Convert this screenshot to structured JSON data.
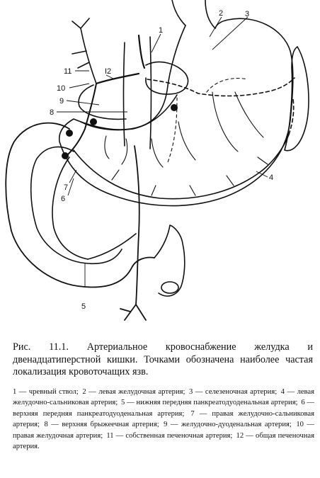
{
  "figure": {
    "labels": [
      {
        "key": "1",
        "text": "1"
      },
      {
        "key": "2",
        "text": "2"
      },
      {
        "key": "3",
        "text": "3"
      },
      {
        "key": "4",
        "text": "4"
      },
      {
        "key": "5",
        "text": "5"
      },
      {
        "key": "6",
        "text": "6"
      },
      {
        "key": "7",
        "text": "7"
      },
      {
        "key": "8",
        "text": "8"
      },
      {
        "key": "9",
        "text": "9"
      },
      {
        "key": "10",
        "text": "10"
      },
      {
        "key": "11",
        "text": "11"
      },
      {
        "key": "12",
        "text": "I2"
      }
    ]
  },
  "caption": {
    "text": "Рис. 11.1. Артериальное кровоснабжение желудка и двенадцатиперстной кишки. Точками обозначена наиболее частая локализация кровоточащих язв."
  },
  "legend": {
    "items": [
      "1 — чревный ствол;",
      "2 — левая желудочная артерия;",
      "3 — селезеночная артерия;",
      "4 — левая желудочно-сальниковая артерия;",
      "5 — нижняя передняя панкреатодуоденальная артерия;",
      "6 — верхняя передняя панкреатодуоденальная артерия;",
      "7 — правая желудочно-сальниковая артерия;",
      "8 — верхняя брыжеечная артерия;",
      "9 — желудочно-дуоденальная артерия;",
      "10 — правая желудочная артерия;",
      "11 — собственная печеночная артерия;",
      "12 — общая печеночная артерия."
    ]
  }
}
